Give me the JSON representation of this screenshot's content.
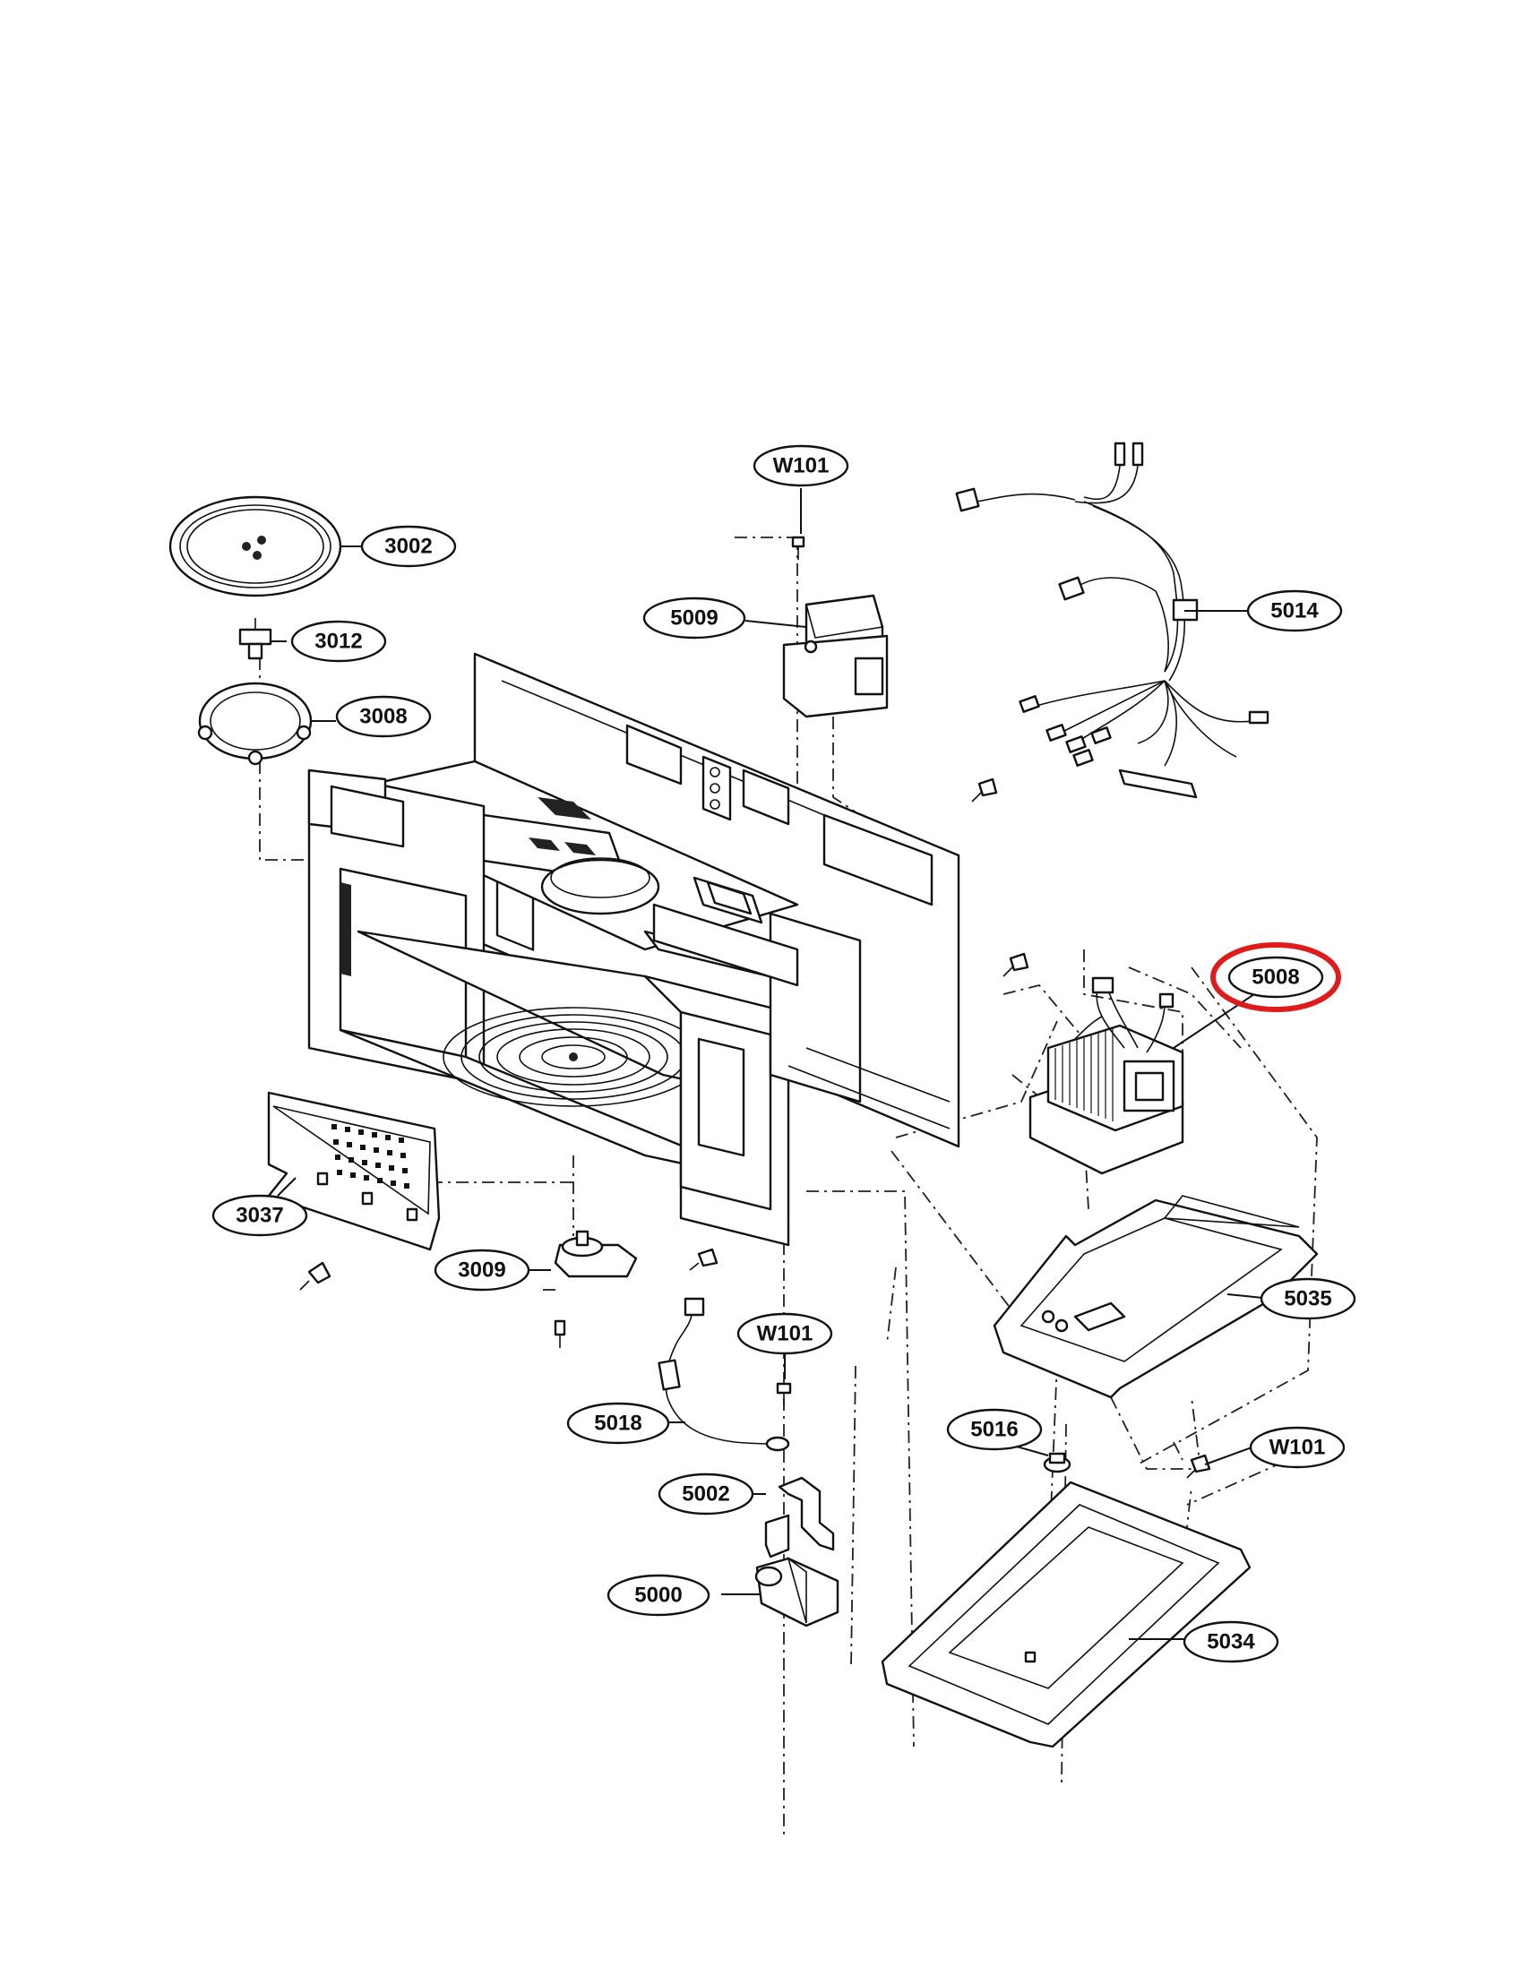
{
  "diagram": {
    "highlight_color": "#e01b1b",
    "line_color": "#111111",
    "highlighted_part": "5008",
    "labels": {
      "w101_top": "W101",
      "p3002": "3002",
      "p3012": "3012",
      "p3008": "3008",
      "p5009": "5009",
      "p5014": "5014",
      "p5008": "5008",
      "p3037": "3037",
      "p3009": "3009",
      "w101_mid": "W101",
      "p5035": "5035",
      "p5018": "5018",
      "p5016": "5016",
      "w101_right": "W101",
      "p5002": "5002",
      "p5000": "5000",
      "p5034": "5034"
    },
    "parts": [
      {
        "id": "3002",
        "icon": "turntable-tray-icon"
      },
      {
        "id": "3012",
        "icon": "coupler-icon"
      },
      {
        "id": "3008",
        "icon": "roller-ring-icon"
      },
      {
        "id": "5009",
        "icon": "capacitor-icon"
      },
      {
        "id": "5014",
        "icon": "wire-harness-icon"
      },
      {
        "id": "5008",
        "icon": "transformer-icon"
      },
      {
        "id": "3037",
        "icon": "cover-plate-icon"
      },
      {
        "id": "3009",
        "icon": "turntable-motor-icon"
      },
      {
        "id": "5035",
        "icon": "base-plate-icon"
      },
      {
        "id": "5018",
        "icon": "fuse-cord-icon"
      },
      {
        "id": "5016",
        "icon": "thermostat-icon"
      },
      {
        "id": "5002",
        "icon": "bracket-icon"
      },
      {
        "id": "5000",
        "icon": "diode-icon"
      },
      {
        "id": "5034",
        "icon": "bottom-plate-icon"
      },
      {
        "id": "W101",
        "icon": "screw-icon"
      }
    ]
  }
}
